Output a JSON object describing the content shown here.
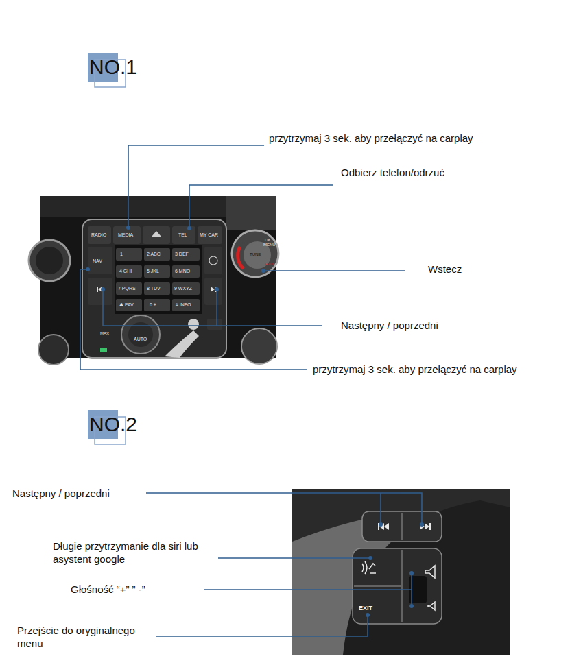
{
  "diagram": {
    "labels": [
      "NO.1",
      "przytrzymaj 3 sek. aby przełączyć na carplay",
      "Odbierz telefon/odrzuć",
      "Wstecz",
      "Następny / poprzedni",
      "przytrzymaj 3 sek. aby przełączyć na carplay",
      "NO.2",
      "Następny / poprzedni",
      "Długie przytrzymanie dla siri lub asystent google",
      "Głośność    “+”  ” -”",
      "Przejście do oryginalnego menu",
      "RADIO",
      "MEDIA",
      "TEL",
      "MY CAR",
      "NAV",
      "1",
      "2 ABC",
      "3 DEF",
      "4 GHI",
      "5 JKL",
      "6 MNO",
      "7 PQRS",
      "8 TUV",
      "9 WXYZ",
      "✱ FAV",
      "0 +",
      "# INFO",
      "OK",
      "MENU",
      "TUNE",
      "EXIT",
      "AUTO",
      "MAX",
      "EXIT"
    ]
  }
}
